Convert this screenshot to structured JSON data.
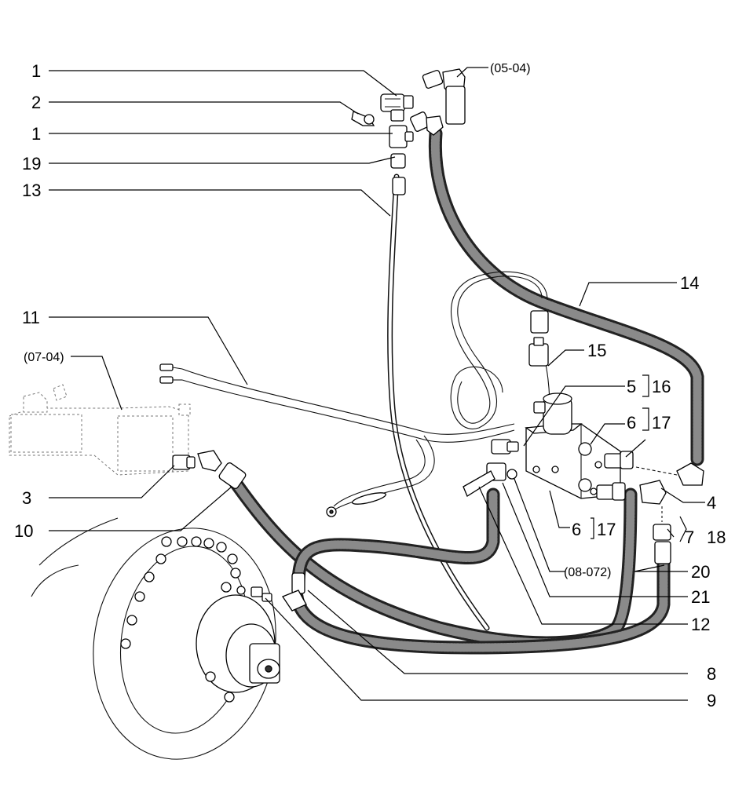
{
  "callouts": {
    "c1a": "1",
    "c2": "2",
    "c1b": "1",
    "c19": "19",
    "c13": "13",
    "c11": "11",
    "c3": "3",
    "c10": "10",
    "c14": "14",
    "c15": "15",
    "c5": "5",
    "c16": "16",
    "c6a": "6",
    "c17a": "17",
    "c4": "4",
    "c6b": "6",
    "c17b": "17",
    "c7": "7",
    "c18": "18",
    "c20": "20",
    "c21": "21",
    "c12": "12",
    "c8": "8",
    "c9": "9"
  },
  "references": {
    "r0504": "(05-04)",
    "r0704": "(07-04)",
    "r08072": "(08-072)"
  }
}
